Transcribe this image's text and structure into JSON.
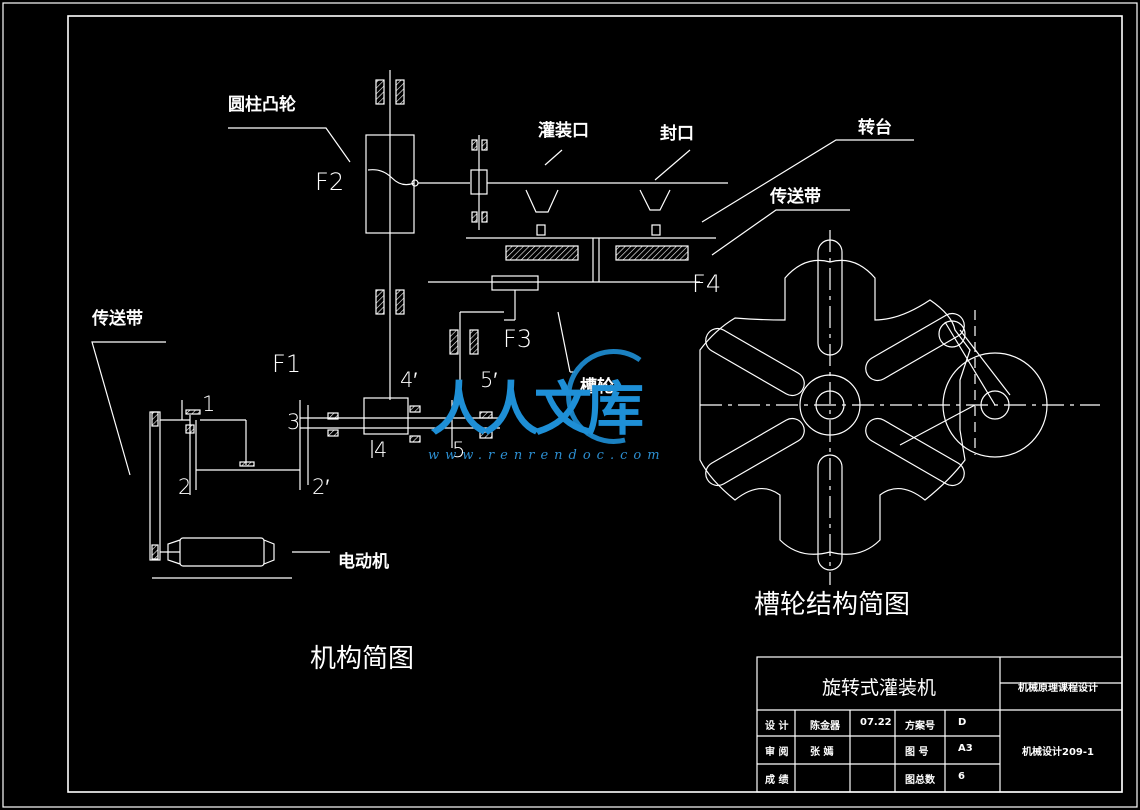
{
  "labels": {
    "cam": "圆柱凸轮",
    "filling": "灌装口",
    "sealing": "封口",
    "turntable": "转台",
    "conveyor_right": "传送带",
    "conveyor_left": "传送带",
    "motor": "电动机",
    "geneva_partial": "槽轮",
    "F1": "F",
    "F1_sub": "1",
    "F2": "F",
    "F2_sub": "2",
    "F3": "F",
    "F3_sub": "3",
    "F4": "F",
    "F4_sub": "4",
    "n1": "1",
    "n2": "2",
    "n2p": "2′",
    "n3": "3",
    "n4": "4",
    "n4p": "4′",
    "n5": "5",
    "n5p": "5′"
  },
  "titles": {
    "mechanism": "机构简图",
    "geneva": "槽轮结构简图"
  },
  "title_block": {
    "name": "旋转式灌装机",
    "course": "机械原理课程设计",
    "row1": {
      "label": "设 计",
      "person": "陈金器",
      "date": "07.22",
      "key": "方案号",
      "value": "D"
    },
    "row2": {
      "label": "审 阅",
      "person": "张 嫣",
      "key": "图 号",
      "value": "A3"
    },
    "row3": {
      "label": "成 绩",
      "key": "图总数",
      "value": "6"
    },
    "drawing_no": "机械设计209-1"
  },
  "watermark": {
    "text": "人人文库",
    "url": "www.renrendoc.com"
  },
  "colors": {
    "background": "#000000",
    "lines": "#ffffff",
    "watermark": "#1e8fd6"
  }
}
